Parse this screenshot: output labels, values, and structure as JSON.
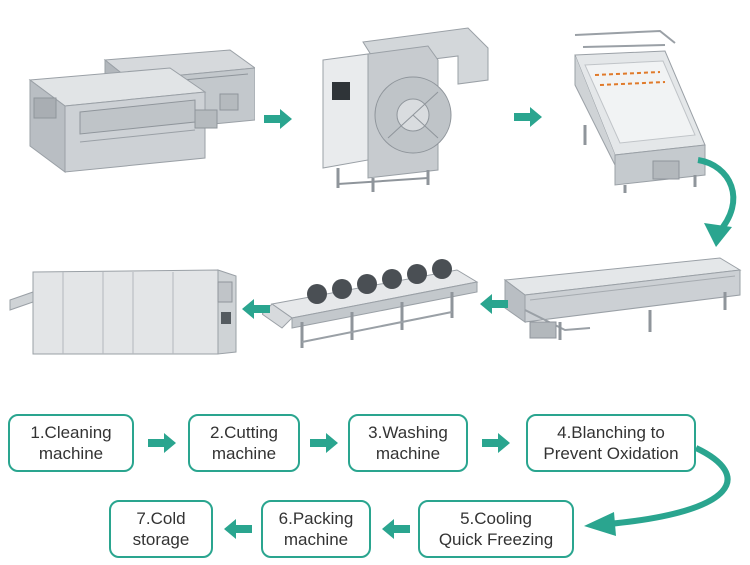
{
  "colors": {
    "accent": "#2aa58f",
    "steel": "#c9cdd1",
    "steel_dark": "#8f959b",
    "steel_light": "#e6e8ea",
    "text": "#333333"
  },
  "steps": [
    {
      "line1": "1.Cleaning",
      "line2": "machine"
    },
    {
      "line1": "2.Cutting",
      "line2": "machine"
    },
    {
      "line1": "3.Washing",
      "line2": "machine"
    },
    {
      "line1": "4.Blanching to",
      "line2": "Prevent Oxidation"
    },
    {
      "line1": "5.Cooling",
      "line2": "Quick Freezing"
    },
    {
      "line1": "6.Packing",
      "line2": "machine"
    },
    {
      "line1": "7.Cold",
      "line2": "storage"
    }
  ],
  "machines": [
    {
      "icon": "cleaning-machine-icon"
    },
    {
      "icon": "cutting-machine-icon"
    },
    {
      "icon": "washing-machine-icon"
    },
    {
      "icon": "blanching-machine-icon"
    },
    {
      "icon": "dewatering-cooling-machine-icon"
    },
    {
      "icon": "freezing-tunnel-icon"
    }
  ]
}
